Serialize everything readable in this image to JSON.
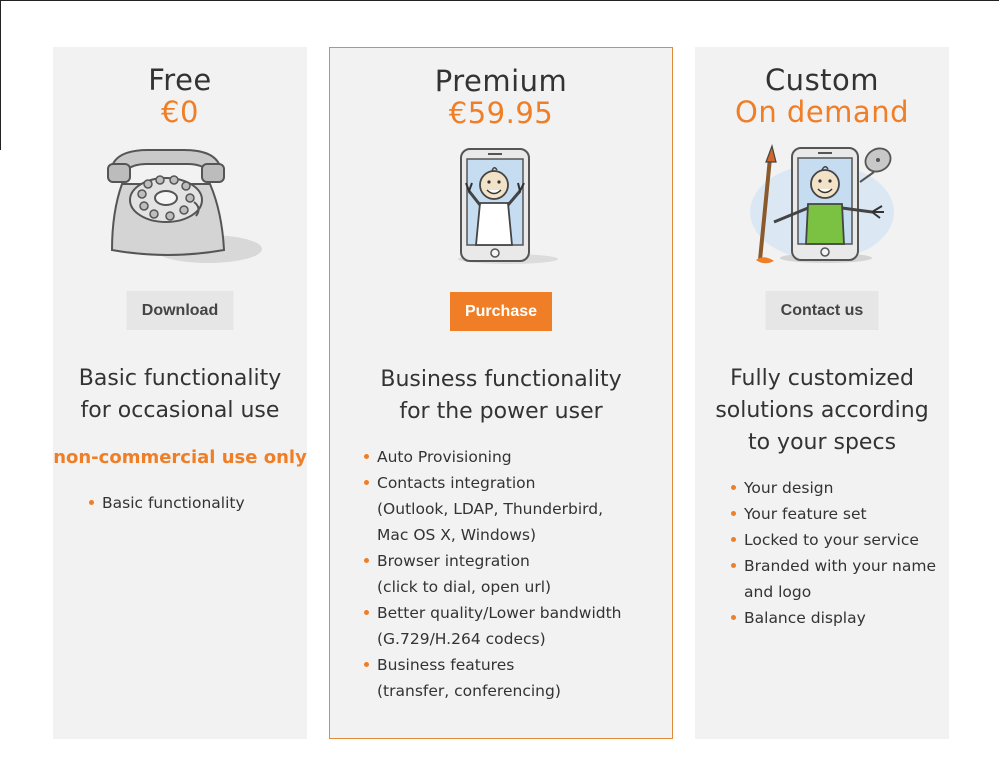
{
  "plans": [
    {
      "name": "Free",
      "price": "€0",
      "button": "Download",
      "desc": [
        "Basic functionality",
        "for occasional use"
      ],
      "note": "non-commercial use only",
      "features": [
        [
          "Basic functionality"
        ]
      ]
    },
    {
      "name": "Premium",
      "price": "€59.95",
      "button": "Purchase",
      "desc": [
        "Business functionality",
        "for the power user"
      ],
      "features": [
        [
          "Auto Provisioning"
        ],
        [
          "Contacts integration",
          "(Outlook, LDAP, Thunderbird,",
          "Mac OS X, Windows)"
        ],
        [
          "Browser integration",
          "(click to dial, open url)"
        ],
        [
          "Better quality/Lower bandwidth",
          "(G.729/H.264 codecs)"
        ],
        [
          "Business features",
          "(transfer, conferencing)"
        ]
      ]
    },
    {
      "name": "Custom",
      "price": "On demand",
      "button": "Contact us",
      "desc": [
        "Fully customized",
        "solutions according",
        "to your specs"
      ],
      "features": [
        [
          "Your design"
        ],
        [
          "Your feature set"
        ],
        [
          "Locked to your service"
        ],
        [
          "Branded with your name",
          "and logo"
        ],
        [
          "Balance display"
        ]
      ]
    }
  ],
  "colors": {
    "accent": "#f07e26",
    "card": "#f2f2f2",
    "button_grey": "#e6e6e6"
  },
  "icons": [
    "rotary-phone-icon",
    "smartphone-waving-man-icon",
    "smartphone-custom-man-icon"
  ]
}
